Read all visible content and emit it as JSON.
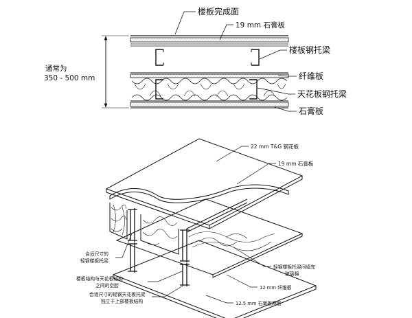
{
  "section": {
    "labels": {
      "finished_floor": "楼板完成面",
      "gypsum_19": "19 mm 石膏板",
      "floor_joist": "楼板钢托梁",
      "fiberboard": "纤维板",
      "ceiling_joist": "天花板钢托梁",
      "gypsum": "石膏板",
      "dimension_line1": "通常为",
      "dimension_line2": "350 - 500 mm"
    }
  },
  "isometric": {
    "labels": {
      "tg_floor": "22 mm T&G 钢花板",
      "gypsum_19": "19 mm 石膏板",
      "floor_joist_line1": "合适尺寸的",
      "floor_joist_line2": "轻钢楼板托梁",
      "cavity_line1": "楼板结构与天花板结构",
      "cavity_line2": "之间的空腔",
      "ceiling_joist_line1": "合适尺寸的轻钢天花板托梁",
      "ceiling_joist_line2": "独立于上部楼板结构",
      "insulation_line1": "轻钢楼板托梁间填充",
      "insulation_line2": "玻璃棉",
      "fiberboard_12": "12 mm 纤维板",
      "gypsum_double": "12.5 mm 石膏板两层"
    }
  }
}
